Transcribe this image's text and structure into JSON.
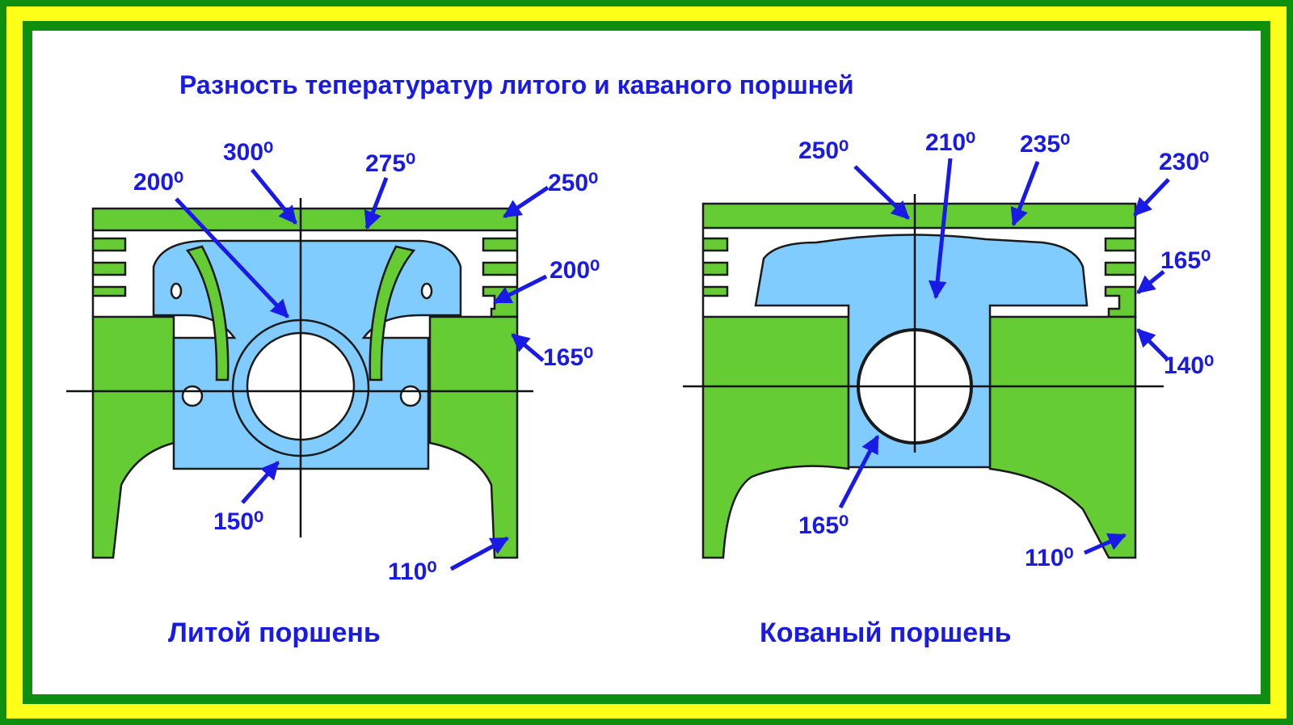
{
  "title": "Разность тепературатур литого и каваного поршней",
  "colors": {
    "frame_green": "#0f8f0f",
    "frame_yellow": "#ffff1a",
    "piston_body": "#66cc33",
    "hot_zone": "#80ccff",
    "label": "#1a1ae6"
  },
  "cast_piston": {
    "caption": "Литой поршень",
    "temps": {
      "crown_center": "300⁰",
      "crown_mid": "275⁰",
      "crown_edge": "250⁰",
      "boss_upper": "200⁰",
      "ring_groove": "200⁰",
      "skirt_top": "165⁰",
      "pin_bottom": "150⁰",
      "skirt_bottom": "110⁰"
    }
  },
  "forged_piston": {
    "caption": "Кованый поршень",
    "temps": {
      "crown_center": "250⁰",
      "boss_center": "210⁰",
      "crown_mid": "235⁰",
      "crown_edge": "230⁰",
      "ring_groove": "165⁰",
      "skirt_top": "140⁰",
      "pin_bottom": "165⁰",
      "skirt_bottom": "110⁰"
    }
  }
}
